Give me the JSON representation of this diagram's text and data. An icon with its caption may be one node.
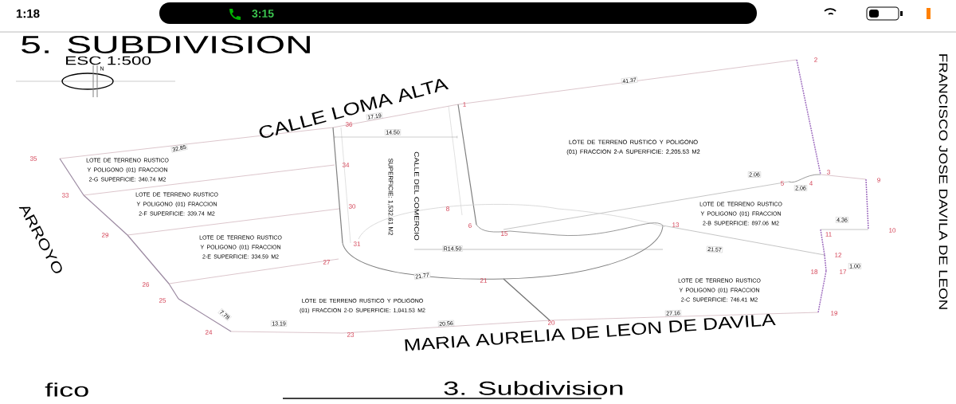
{
  "diagram": {
    "title": "5. SUBDIVISION",
    "labels": [
      "1:18",
      "3:15",
      "ESC 1:500",
      "N",
      "CALLE LOMA ALTA",
      "ARROYO",
      "MARIA AURELIA DE LEON DE DAVILA",
      "FRANCISCO JOSE DAVILA DE LEON",
      "CALLE DEL COMERCIO",
      "SUPERFICIE: 1,532.61 M2",
      "LOTE DE TERRENO RUSTICO Y POLIGONO (01) FRACCION 2-A SUPERFICIE: 2,205.53 M2",
      "LOTE DE TERRENO RUSTICO Y POLIGONO (01) FRACCION 2-G SUPERFICIE: 340.74 M2",
      "LOTE DE TERRENO RUSTICO Y POLIGONO (01) FRACCION 2-F SUPERFICIE: 339.74 M2",
      "LOTE DE TERRENO RUSTICO Y POLIGONO (01) FRACCION 2-E SUPERFICIE: 334.59 M2",
      "LOTE DE TERRENO RUSTICO Y POLIGONO (01) FRACCION 2-B SUPERFICIE: 897.06 M2",
      "LOTE DE TERRENO RUSTICO Y POLIGONO (01) FRACCION 2-C SUPERFICIE: 746.41 M2",
      "LOTE DE TERRENO RUSTICO Y POLIGONO (01) FRACCION 2-D SUPERFICIE: 1,041.53 M2",
      "32.85",
      "17.19",
      "41.37",
      "14.50",
      "2.06",
      "2.06",
      "4.36",
      "1.00",
      "21.57",
      "13.19",
      "20.56",
      "27.16",
      "R14.50",
      "21.77",
      "7.78",
      "35",
      "36",
      "1",
      "2",
      "3",
      "4",
      "5",
      "9",
      "10",
      "11",
      "12",
      "17",
      "18",
      "19",
      "20",
      "21",
      "13",
      "15",
      "6",
      "8",
      "34",
      "30",
      "31",
      "27",
      "33",
      "29",
      "26",
      "25",
      "24",
      "23",
      "fico",
      "3. Subdivision"
    ]
  }
}
